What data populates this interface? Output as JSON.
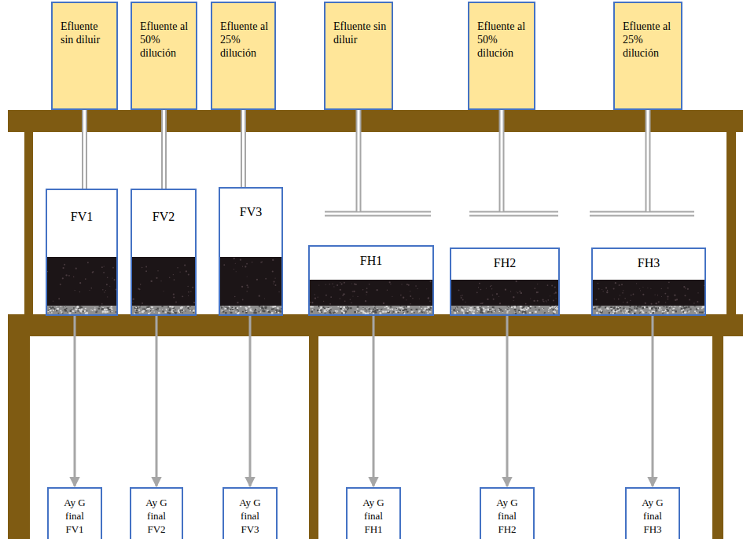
{
  "diagram": {
    "nodes": [
      {
        "text": [
          "Efluente sin diluir"
        ]
      },
      {
        "text": [
          "Efluente al 50% dilución"
        ]
      },
      {
        "text": [
          "Efluente al 25% dilución"
        ]
      },
      {
        "text": [
          "Efluente sin diluir"
        ]
      },
      {
        "text": [
          "Efluente al 50% dilución"
        ]
      },
      {
        "text": [
          "Efluente al 25% dilución"
        ]
      },
      {
        "text": [
          "FV1"
        ]
      },
      {
        "text": [
          "FV2"
        ]
      },
      {
        "text": [
          "FV3"
        ]
      },
      {
        "text": [
          "FH1"
        ]
      },
      {
        "text": [
          "FH2"
        ]
      },
      {
        "text": [
          "FH3"
        ]
      },
      {
        "text": [
          "Ay G final FV1"
        ]
      },
      {
        "text": [
          "Ay G final FV2"
        ]
      },
      {
        "text": [
          "Ay G final FV3"
        ]
      },
      {
        "text": [
          "Ay G final FH1"
        ]
      },
      {
        "text": [
          "Ay G final FH2"
        ]
      },
      {
        "text": [
          "Ay G final FH3"
        ]
      }
    ],
    "edges": [
      {
        "from": 0,
        "to": 6,
        "arrow": "none"
      },
      {
        "from": 1,
        "to": 7,
        "arrow": "none"
      },
      {
        "from": 2,
        "to": 8,
        "arrow": "none"
      },
      {
        "from": 3,
        "to": 9,
        "arrow": "none"
      },
      {
        "from": 4,
        "to": 10,
        "arrow": "none"
      },
      {
        "from": 5,
        "to": 11,
        "arrow": "none"
      },
      {
        "from": 6,
        "to": 12,
        "arrow": "to"
      },
      {
        "from": 7,
        "to": 13,
        "arrow": "to"
      },
      {
        "from": 8,
        "to": 14,
        "arrow": "to"
      },
      {
        "from": 9,
        "to": 15,
        "arrow": "to"
      },
      {
        "from": 10,
        "to": 16,
        "arrow": "to"
      },
      {
        "from": 11,
        "to": 17,
        "arrow": "to"
      }
    ]
  }
}
